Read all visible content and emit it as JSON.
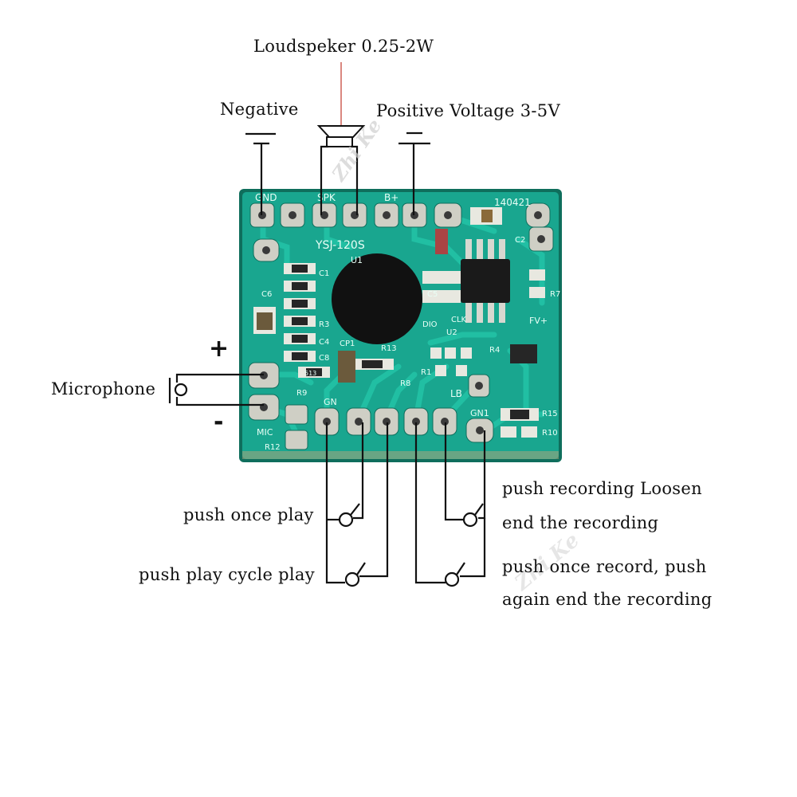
{
  "labels": {
    "loudspeaker": "Loudspeker 0.25-2W",
    "negative": "Negative",
    "positive": "Positive Voltage 3-5V",
    "microphone": "Microphone",
    "plus": "+",
    "minus": "-",
    "push_once_play": "push once play",
    "push_play_cycle": "push play cycle play",
    "push_recording_line1": "push recording Loosen",
    "push_recording_line2": "end the recording",
    "push_once_record_line1": "push once record, push",
    "push_once_record_line2": "again end the recording"
  },
  "board": {
    "pin_gnd": "GND",
    "pin_spk": "SPK",
    "pin_bplus": "B+",
    "date_code": "140421",
    "model": "YSJ-120S",
    "chip_label": "U1",
    "mic_label": "MIC",
    "gn_label": "GN",
    "gn1_label": "GN1",
    "lb_label": "LB",
    "fv_label": "FV+",
    "c1": "C1",
    "r3": "R3",
    "c4": "C4",
    "c6": "C6",
    "c8": "C8",
    "cp1": "CP1",
    "r13": "R13",
    "r9": "R9",
    "r12": "R12",
    "r8": "R8",
    "r1": "R1",
    "r4": "R4",
    "r7": "R7",
    "r15": "R15",
    "r10": "R10",
    "c2": "C2",
    "c5": "C5",
    "u2": "U2",
    "dio": "DIO",
    "clk": "CLK",
    "smd_code": "513"
  },
  "watermark": "Zhi Ke",
  "colors": {
    "pcb": "#19a68f",
    "pcb_edge": "#0f6e5c",
    "pad": "#cfcfc5",
    "wire": "#111111",
    "speaker_lead": "#c0392b"
  }
}
